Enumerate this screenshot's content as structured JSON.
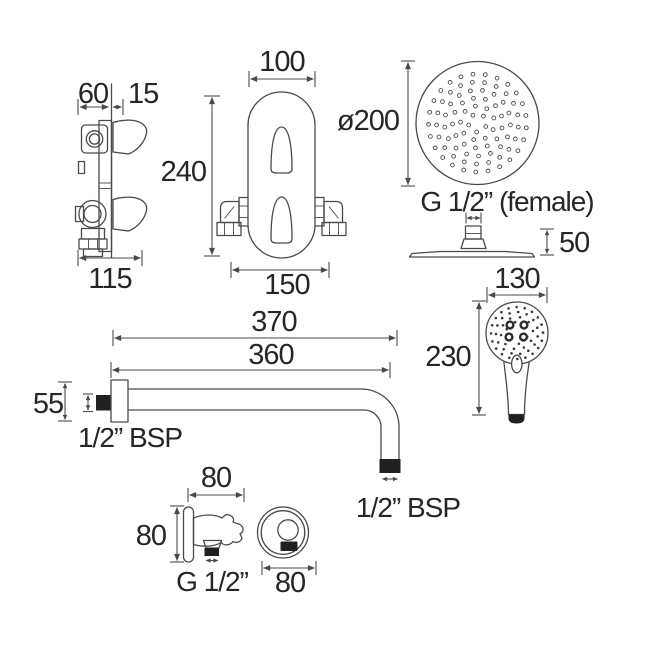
{
  "colors": {
    "line": "#4a4a4a",
    "text": "#262626",
    "dark_fill": "#202020",
    "background": "#ffffff"
  },
  "components": {
    "valve_side": {
      "width": "60",
      "depth": "15",
      "height": "115"
    },
    "valve_front": {
      "width": "100",
      "height": "240",
      "pipe_span": "150"
    },
    "overhead": {
      "diameter": "ø200",
      "thread": "G 1/2” (female)",
      "side_height": "50"
    },
    "handset": {
      "width": "130",
      "height": "230"
    },
    "arm": {
      "overall_length": "370",
      "length": "360",
      "flange_height": "55",
      "wall_thread": "1/2” BSP",
      "end_thread": "1/2” BSP"
    },
    "outlet": {
      "width": "80",
      "height": "80",
      "thread": "G 1/2”",
      "front_diameter": "80"
    }
  }
}
